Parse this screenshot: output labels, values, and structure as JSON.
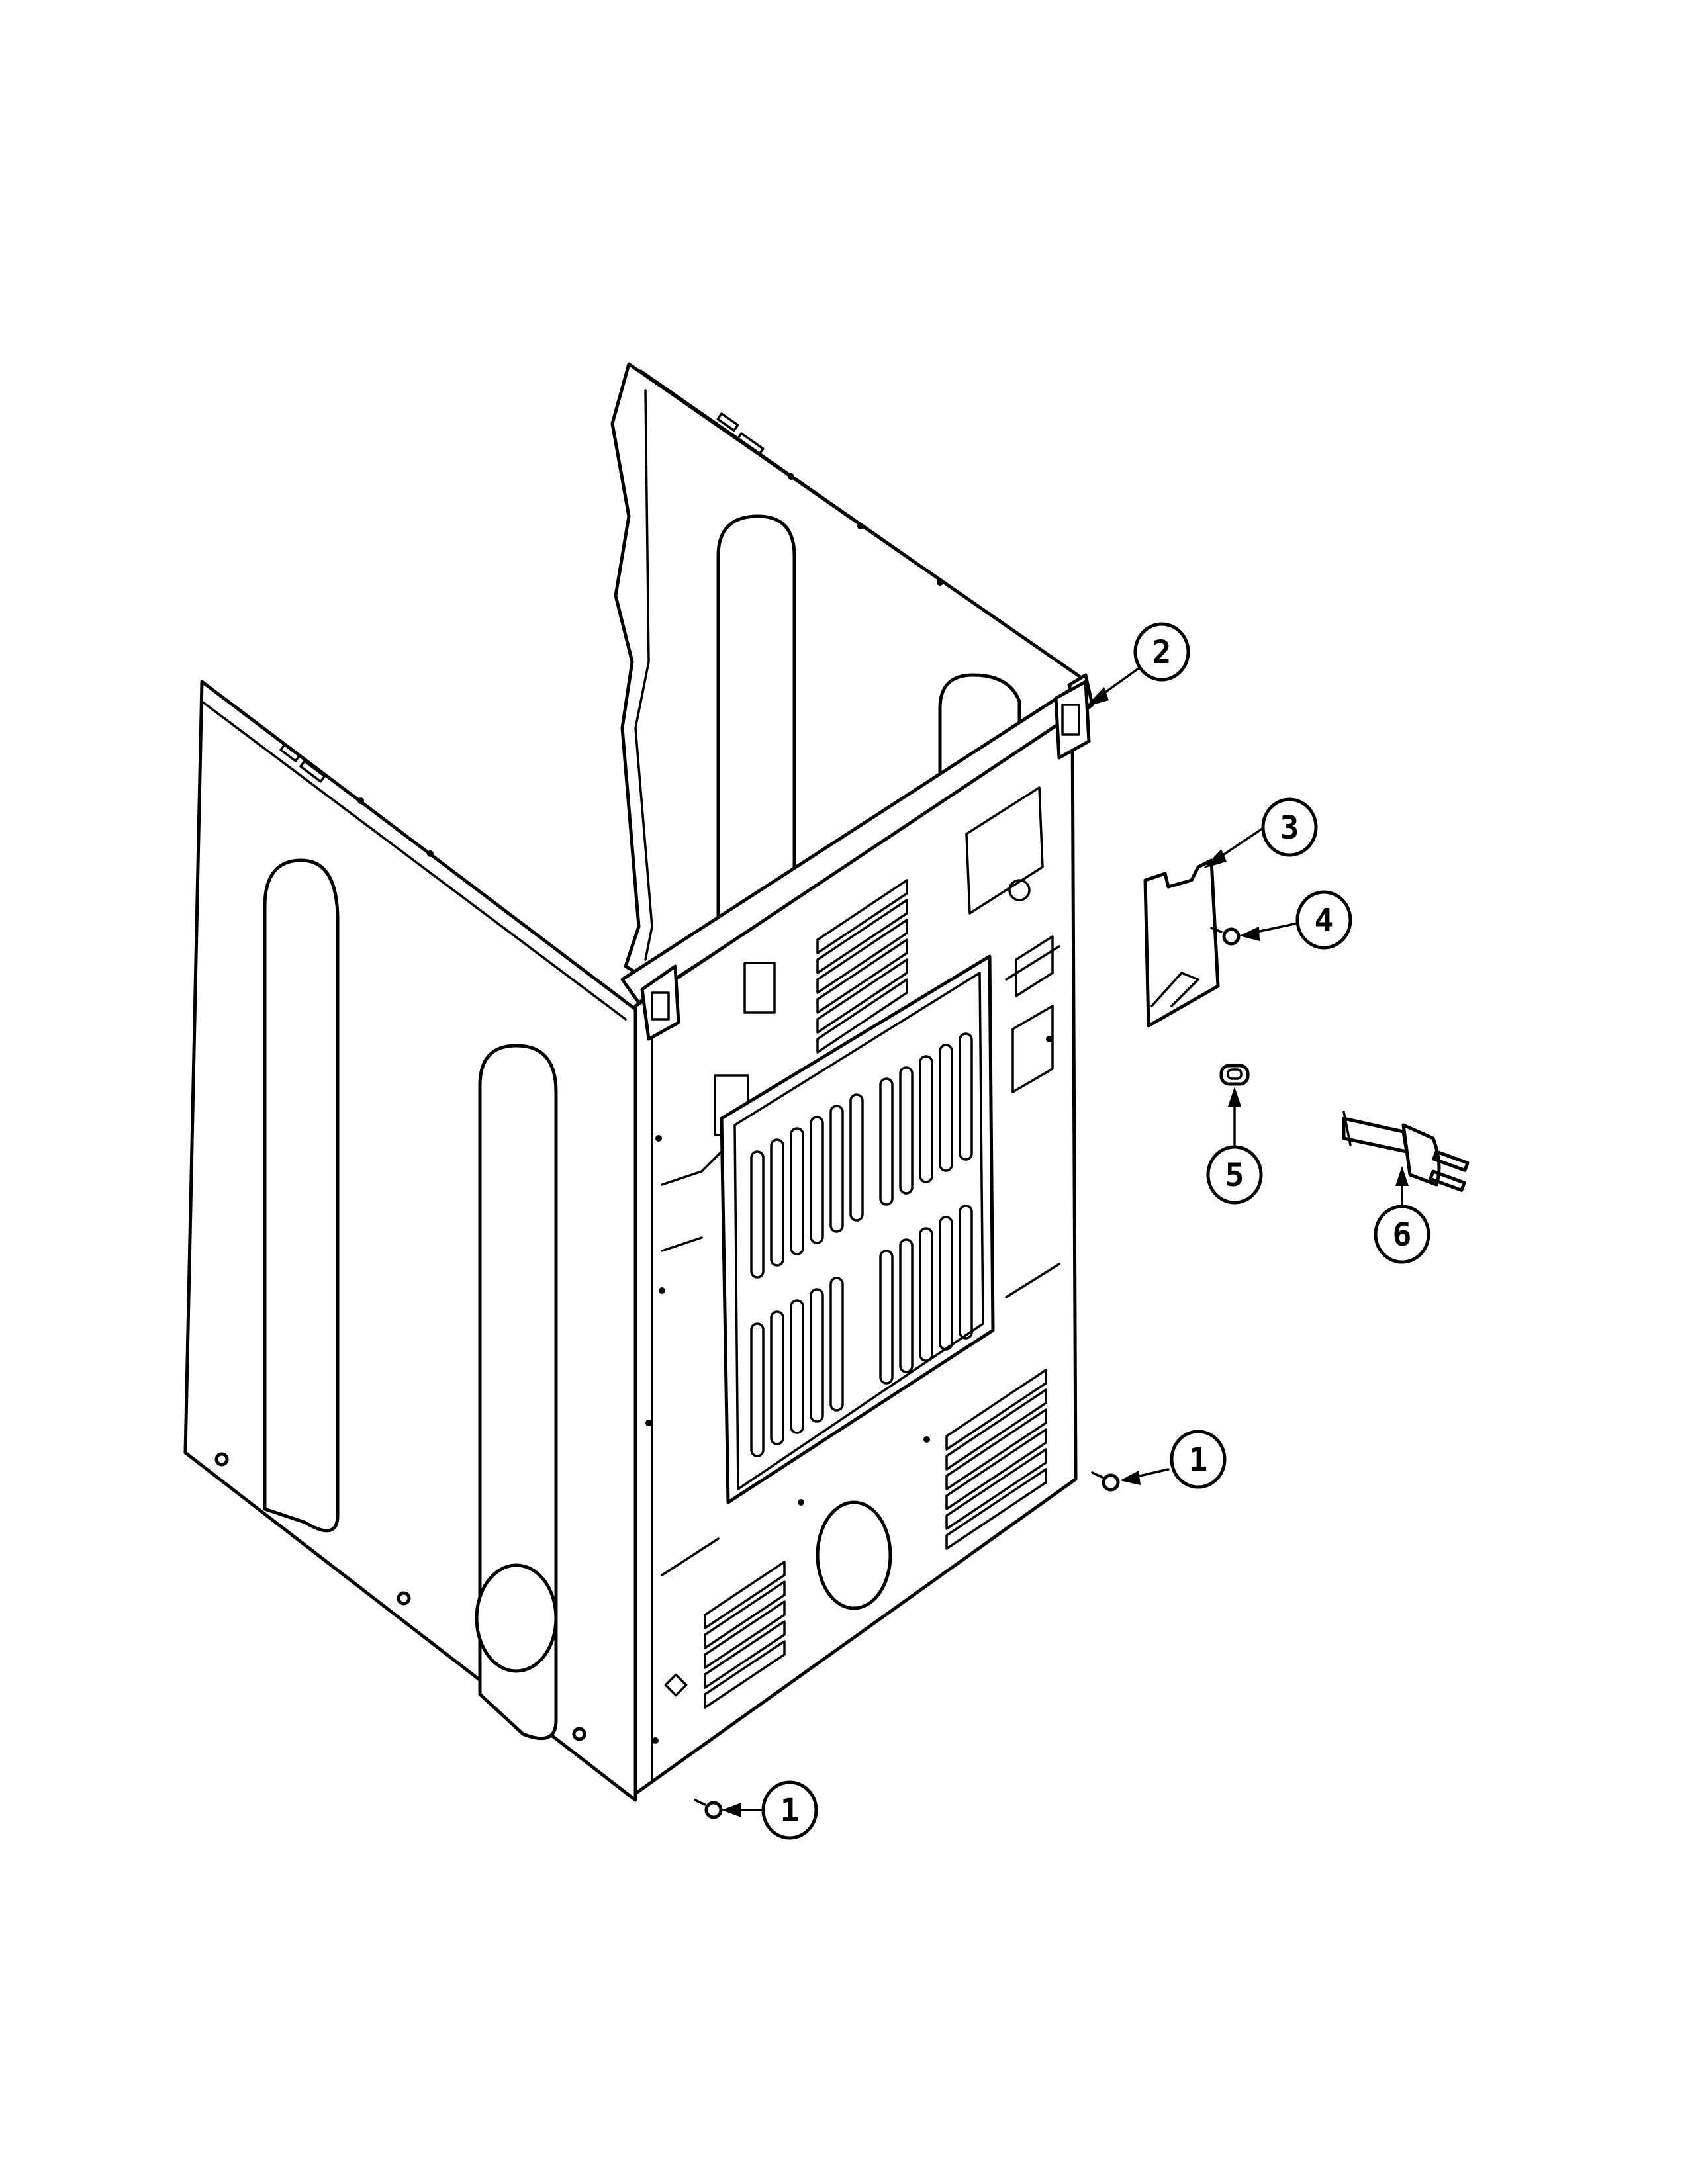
{
  "callouts": [
    {
      "id": "c1a",
      "label": "1"
    },
    {
      "id": "c1b",
      "label": "1"
    },
    {
      "id": "c2",
      "label": "2"
    },
    {
      "id": "c3",
      "label": "3"
    },
    {
      "id": "c4",
      "label": "4"
    },
    {
      "id": "c5",
      "label": "5"
    },
    {
      "id": "c6",
      "label": "6"
    }
  ],
  "parts": [
    {
      "callout": "1",
      "part": "screw"
    },
    {
      "callout": "2",
      "part": "hinge-bracket"
    },
    {
      "callout": "3",
      "part": "terminal-block-cover"
    },
    {
      "callout": "4",
      "part": "screw"
    },
    {
      "callout": "5",
      "part": "grommet"
    },
    {
      "callout": "6",
      "part": "power-cord"
    }
  ]
}
